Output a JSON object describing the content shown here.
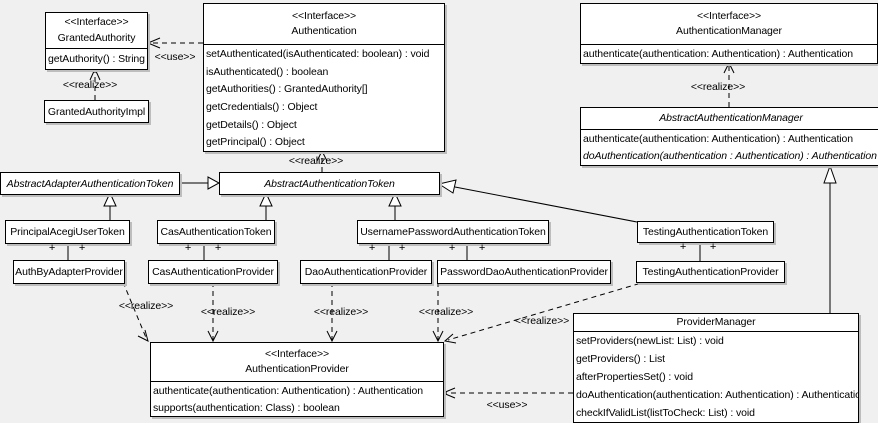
{
  "colors": {
    "background": "#f0f0f0",
    "box_fill": "#ffffff",
    "border": "#000000",
    "shadow": "#bdbdbd"
  },
  "labels": {
    "use": "<<use>>",
    "realize": "<<realize>>",
    "multiplicity": "+"
  },
  "classes": {
    "granted_authority": {
      "stereotype": "<<Interface>>",
      "name": "GrantedAuthority",
      "methods": [
        "getAuthority() : String"
      ]
    },
    "granted_authority_impl": {
      "name": "GrantedAuthorityImpl"
    },
    "authentication": {
      "stereotype": "<<Interface>>",
      "name": "Authentication",
      "methods": [
        "setAuthenticated(isAuthenticated: boolean) : void",
        "isAuthenticated() : boolean",
        "getAuthorities() : GrantedAuthority[]",
        "getCredentials() : Object",
        "getDetails() : Object",
        "getPrincipal() : Object"
      ]
    },
    "authentication_manager": {
      "stereotype": "<<Interface>>",
      "name": "AuthenticationManager",
      "methods": [
        "authenticate(authentication: Authentication) : Authentication"
      ]
    },
    "abstract_authentication_manager": {
      "name": "AbstractAuthenticationManager",
      "methods": [
        "authenticate(authentication: Authentication) : Authentication",
        "doAuthentication(authentication : Authentication) : Authentication"
      ]
    },
    "abstract_adapter_authentication_token": {
      "name": "AbstractAdapterAuthenticationToken"
    },
    "abstract_authentication_token": {
      "name": "AbstractAuthenticationToken"
    },
    "principal_acegi_user_token": {
      "name": "PrincipalAcegiUserToken"
    },
    "cas_authentication_token": {
      "name": "CasAuthenticationToken"
    },
    "username_password_authentication_token": {
      "name": "UsernamePasswordAuthenticationToken"
    },
    "testing_authentication_token": {
      "name": "TestingAuthenticationToken"
    },
    "auth_by_adapter_provider": {
      "name": "AuthByAdapterProvider"
    },
    "cas_authentication_provider": {
      "name": "CasAuthenticationProvider"
    },
    "dao_authentication_provider": {
      "name": "DaoAuthenticationProvider"
    },
    "password_dao_authentication_provider": {
      "name": "PasswordDaoAuthenticationProvider"
    },
    "testing_authentication_provider": {
      "name": "TestingAuthenticationProvider"
    },
    "authentication_provider": {
      "stereotype": "<<Interface>>",
      "name": "AuthenticationProvider",
      "methods": [
        "authenticate(authentication: Authentication) : Authentication",
        "supports(authentication: Class) : boolean"
      ]
    },
    "provider_manager": {
      "name": "ProviderManager",
      "methods": [
        "setProviders(newList: List) : void",
        "getProviders() : List",
        "afterPropertiesSet() : void",
        "doAuthentication(authentication: Authentication) : Authentication",
        "checkIfValidList(listToCheck: List) : void"
      ]
    }
  }
}
